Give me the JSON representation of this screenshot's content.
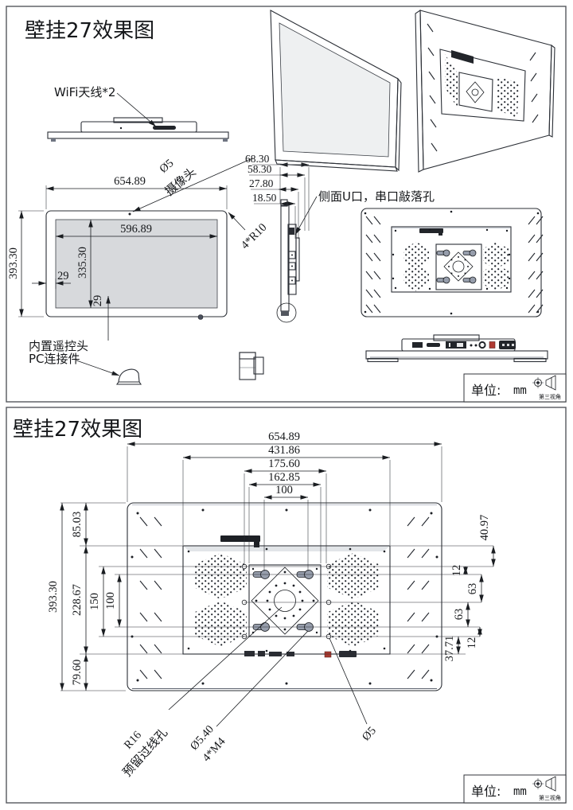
{
  "page": {
    "unit_label": "单位:",
    "unit_value": "mm",
    "projection_label": "第三视角"
  },
  "top": {
    "title": "壁挂27效果图",
    "wifi_label": "WiFi天线*2",
    "camera_dia": "Ø5",
    "camera_label": "摄像头",
    "corner_label": "4*R10",
    "side_port_label": "侧面U口，串口敲落孔",
    "remote_label_line1": "内置遥控头",
    "remote_label_line2": "PC连接件",
    "dim_width": "654.89",
    "dim_screen_width": "596.89",
    "dim_height": "393.30",
    "dim_screen_height": "335.30",
    "dim_margin_left": "29",
    "dim_margin_bottom": "29",
    "dim_depth_1": "68.30",
    "dim_depth_2": "58.30",
    "dim_depth_3": "27.80",
    "dim_depth_4": "18.50"
  },
  "bottom": {
    "title": "壁挂27效果图",
    "dim_width": "654.89",
    "dim_recess_width": "431.86",
    "dim_hole_span": "175.60",
    "dim_plate_width": "162.85",
    "dim_vesa_width": "100",
    "dim_height": "393.30",
    "dim_top_offset": "85.03",
    "dim_recess_height": "228.67",
    "dim_bottom_offset": "79.60",
    "dim_hole_rows": "150",
    "dim_vesa_height": "100",
    "dim_right_top": "40.97",
    "dim_right_12a": "12",
    "dim_right_63a": "63",
    "dim_right_63b": "63",
    "dim_right_12b": "12",
    "dim_right_bottom": "37.71",
    "wire_hole_radius": "R16",
    "wire_hole_label": "预留过线孔",
    "hook_dia": "Ø5.40",
    "hook_screws": "4*M4",
    "side_hole_dia": "Ø5"
  }
}
